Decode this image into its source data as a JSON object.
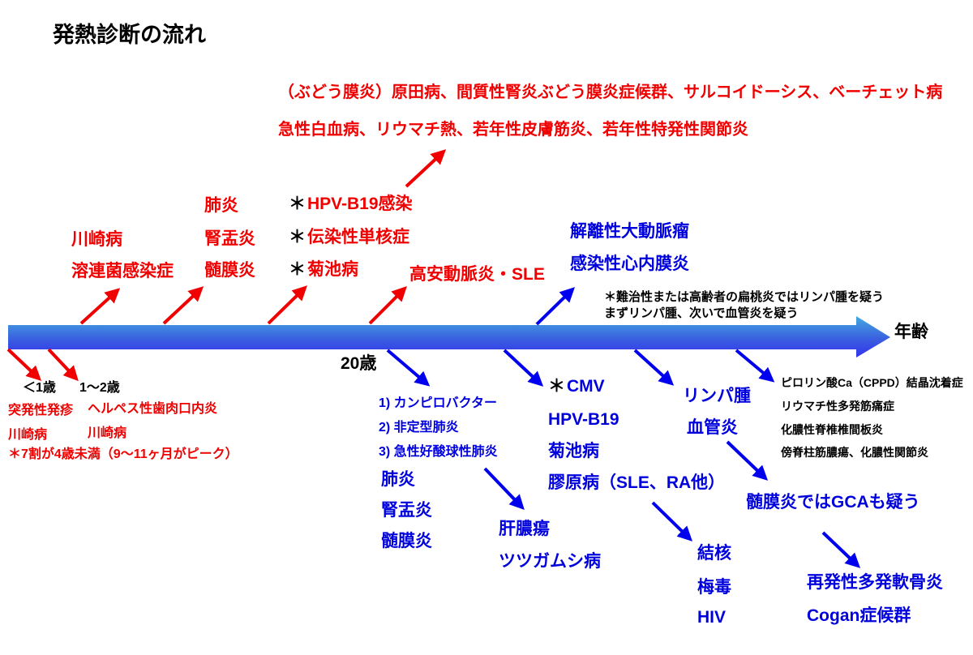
{
  "header": {
    "title": "発熱診断の流れ"
  },
  "symbols": {
    "star": "＊"
  },
  "colors": {
    "red_text": "#f00000",
    "blue_text": "#0000dd",
    "arrow_red": "#f00000",
    "arrow_blue": "#0000ee",
    "axis_top": "#44aae0",
    "axis_bottom": "#3333ee"
  },
  "top_note": {
    "line1": "（ぶどう膜炎）原田病、間質性腎炎ぶどう膜炎症候群、サルコイドーシス、ベーチェット病",
    "line2": "急性白血病、リウマチ熱、若年性皮膚筋炎、若年性特発性関節炎"
  },
  "toddler": {
    "kawasaki": "川崎病",
    "strep": "溶連菌感染症"
  },
  "child": {
    "pneumonia": "肺炎",
    "pyelonephritis": "腎盂炎",
    "meningitis": "髄膜炎"
  },
  "teen": {
    "hpv_b19": "HPV-B19感染",
    "mono": "伝染性単核症",
    "kikuchi": "菊池病"
  },
  "young": {
    "takayasu": "高安動脈炎・SLE"
  },
  "adult": {
    "aortic_dissection": "解離性大動脈瘤",
    "endocarditis": "感染性心内膜炎"
  },
  "tonsil_note": {
    "line1": "＊難治性または高齢者の扁桃炎ではリンパ腫を疑う",
    "line2": "まずリンパ腫、次いで血管炎を疑う"
  },
  "axis": {
    "label": "年齢",
    "age20": "20歳"
  },
  "infant": {
    "lt1": "＜1歳",
    "one_to_two": "1～2歳",
    "roseola": "突発性発疹",
    "herpes": "ヘルペス性歯肉口内炎",
    "kawasaki_left": "川崎病",
    "kawasaki_right": "川崎病",
    "note": "＊7割が4歳未満（9～11ヶ月がピーク）"
  },
  "adult_list": {
    "item1": "1) カンピロバクター",
    "item2": "2) 非定型肺炎",
    "item3": "3) 急性好酸球性肺炎",
    "pneumonia": "肺炎",
    "pyelonephritis": "腎盂炎",
    "meningitis": "髄膜炎",
    "liver_abscess": "肝膿瘍",
    "tsutsugamushi": "ツツガムシ病"
  },
  "cmv_block": {
    "cmv": "CMV",
    "hpv_b19": "HPV-B19",
    "kikuchi": "菊池病",
    "collagen": "膠原病（SLE、RA他）"
  },
  "elderly": {
    "lymphoma": "リンパ腫",
    "vasculitis": "血管炎"
  },
  "elderly_black": {
    "cppd": "ピロリン酸Ca（CPPD）結晶沈着症",
    "pmr": "リウマチ性多発筋痛症",
    "discitis": "化膿性脊椎椎間板炎",
    "paraspinal": "傍脊柱筋膿瘍、化膿性関節炎"
  },
  "notes": {
    "gca": "髄膜炎ではGCAも疑う"
  },
  "elderly2": {
    "tb": "結核",
    "syphilis": "梅毒",
    "hiv": "HIV"
  },
  "elderly3": {
    "polychondritis": "再発性多発軟骨炎",
    "cogan": "Cogan症候群"
  }
}
